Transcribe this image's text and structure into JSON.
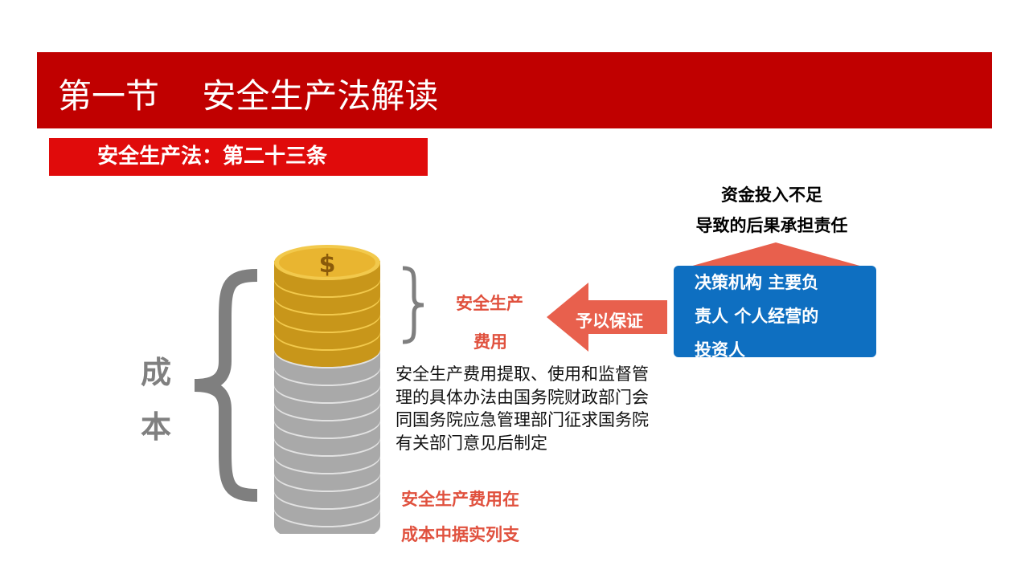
{
  "header": {
    "title": "第一节    安全生产法解读"
  },
  "subtitle": "安全生产法：第二十三条",
  "cost_label": [
    "成",
    "本"
  ],
  "safety_fee": [
    "安全生产",
    "费用"
  ],
  "arrow_label": "予以保证",
  "responsibility": {
    "lines": [
      "资金投入不足",
      "导致的后果承担责",
      "任"
    ]
  },
  "responsible_parties": {
    "lines": [
      "决策机构 主要负",
      "责人 个人经营的",
      "投资人"
    ]
  },
  "note": "安全生产费用提取、使用和监督管理的具体办法由国务院财政部门会同国务院应急管理部门征求国务院有关部门意见后制定",
  "cost_note": [
    "安全生产费用在",
    "成本中据实列支"
  ],
  "coin_icon": "$",
  "colors": {
    "title_bar": "#c00000",
    "subtitle_bar": "#e00b0b",
    "accent_red": "#e0513e",
    "blue_box": "#0e6fc1",
    "gray": "#808080"
  }
}
